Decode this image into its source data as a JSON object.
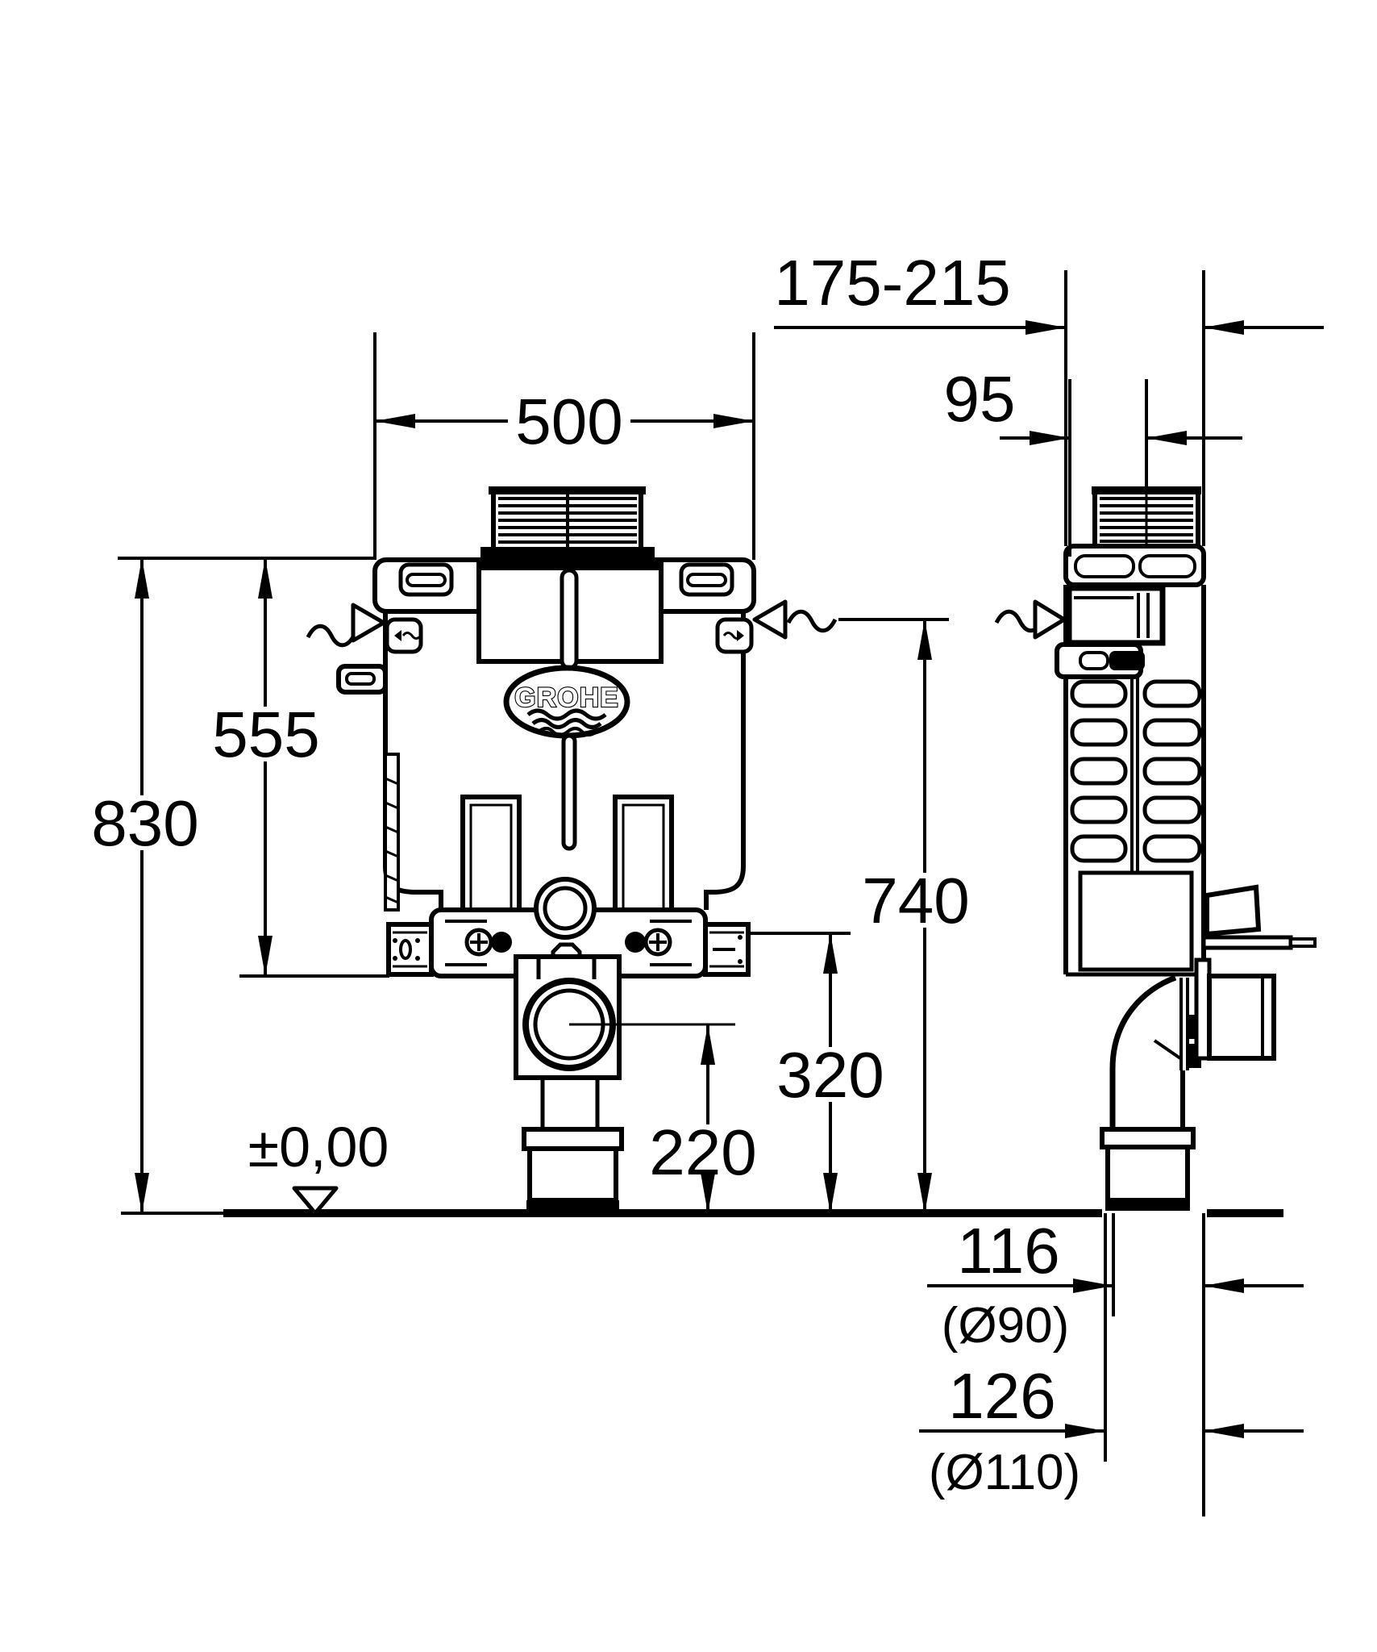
{
  "drawing": {
    "brand_logo": "GROHE",
    "datum_label": "±0,00",
    "dimensions": {
      "width": "500",
      "total_height": "830",
      "tank_height": "555",
      "inlet_height": "740",
      "bracket_height": "320",
      "outlet_height": "220",
      "depth_range": "175-215",
      "flush_pipe_offset": "95",
      "drain_offset_90": "116",
      "drain_dia_90": "(Ø90)",
      "drain_offset_110": "126",
      "drain_dia_110": "(Ø110)"
    },
    "colors": {
      "line": "#000000",
      "background": "#ffffff"
    }
  }
}
